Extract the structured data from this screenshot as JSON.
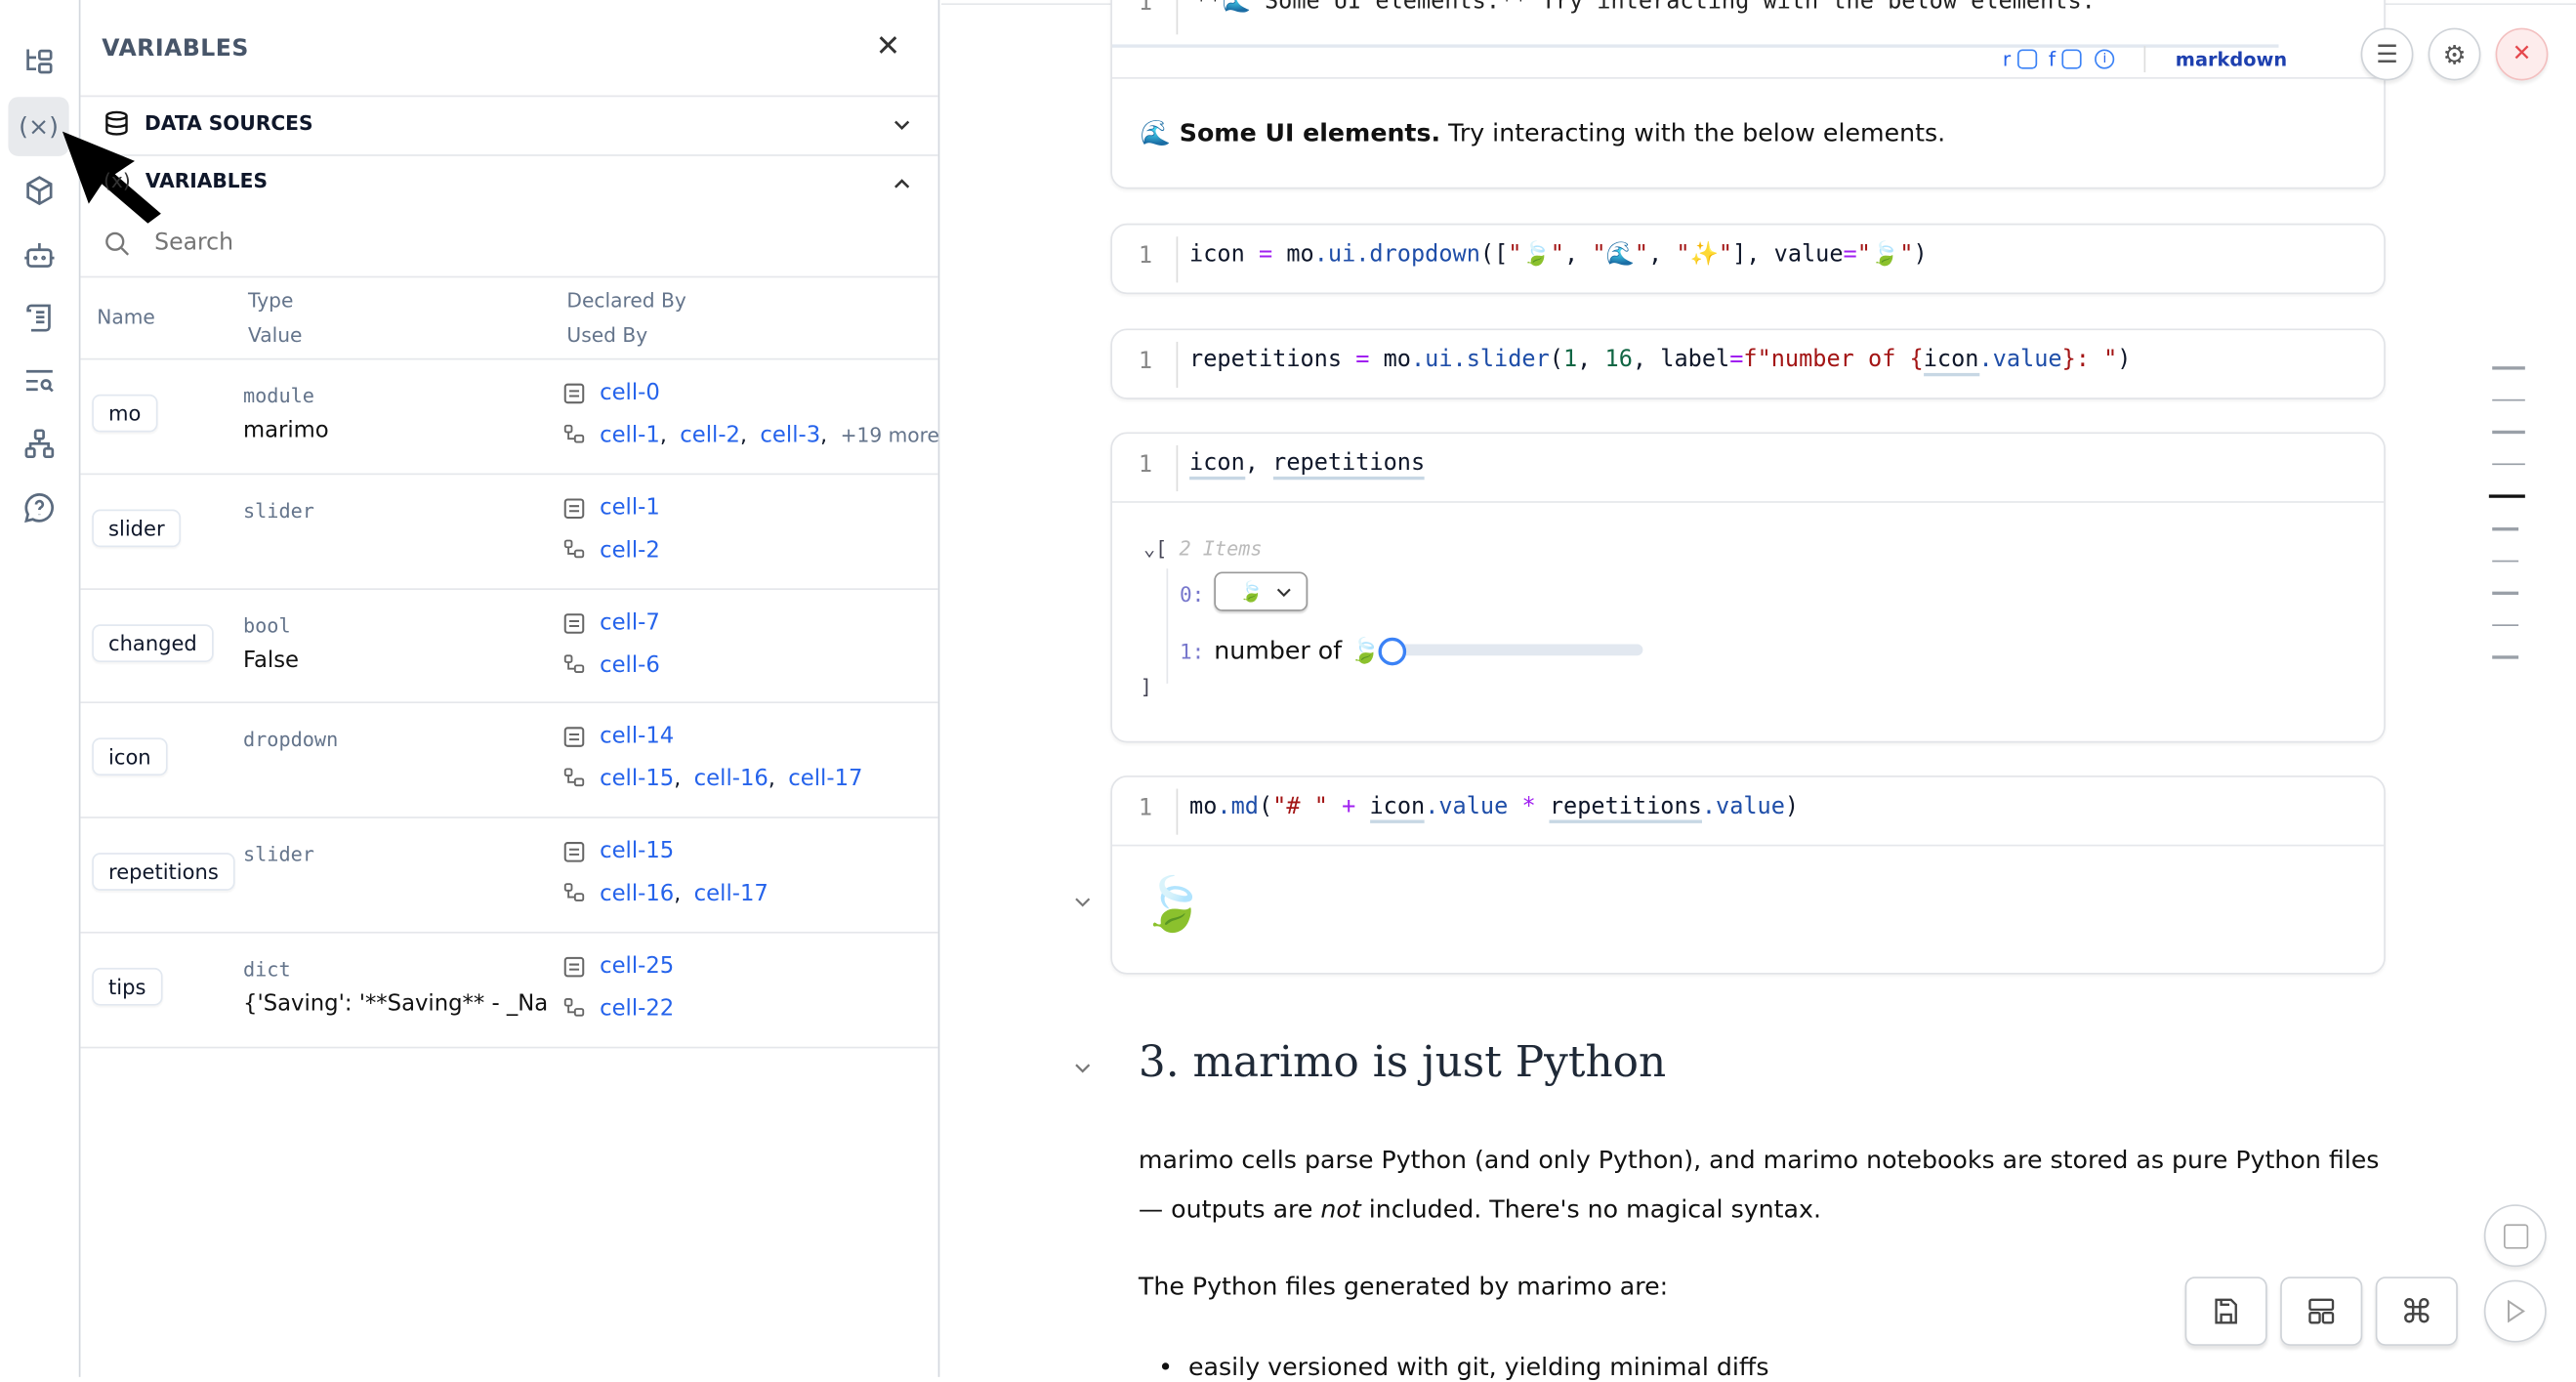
{
  "sidebar_rail": {
    "items": [
      {
        "icon": "file-tree-icon"
      },
      {
        "icon": "variable-icon",
        "active": true
      },
      {
        "icon": "package-icon"
      },
      {
        "icon": "bot-icon"
      },
      {
        "icon": "scroll-icon"
      },
      {
        "icon": "list-search-icon"
      },
      {
        "icon": "dependency-graph-icon"
      },
      {
        "icon": "help-chat-icon"
      }
    ]
  },
  "panel": {
    "title": "VARIABLES",
    "data_sources_label": "DATA SOURCES",
    "variables_label": "VARIABLES",
    "search_placeholder": "Search",
    "headers": {
      "name": "Name",
      "type": "Type",
      "value": "Value",
      "declared_by": "Declared By",
      "used_by": "Used By"
    },
    "rows": [
      {
        "name": "mo",
        "type": "module",
        "value": "marimo",
        "declared_by": [
          "cell-0"
        ],
        "used_by": [
          "cell-1",
          "cell-2",
          "cell-3"
        ],
        "more": "+19 more"
      },
      {
        "name": "slider",
        "type": "slider",
        "value": "",
        "declared_by": [
          "cell-1"
        ],
        "used_by": [
          "cell-2"
        ]
      },
      {
        "name": "changed",
        "type": "bool",
        "value": "False",
        "declared_by": [
          "cell-7"
        ],
        "used_by": [
          "cell-6"
        ]
      },
      {
        "name": "icon",
        "type": "dropdown",
        "value": "",
        "declared_by": [
          "cell-14"
        ],
        "used_by": [
          "cell-15",
          "cell-16",
          "cell-17"
        ]
      },
      {
        "name": "repetitions",
        "type": "slider",
        "value": "",
        "declared_by": [
          "cell-15"
        ],
        "used_by": [
          "cell-16",
          "cell-17"
        ]
      },
      {
        "name": "tips",
        "type": "dict",
        "value": "{'Saving': '**Saving** - _Na...",
        "declared_by": [
          "cell-25"
        ],
        "used_by": [
          "cell-22"
        ]
      }
    ]
  },
  "notebook": {
    "top_cell": {
      "line": "1",
      "code": "**🌊 Some UI elements.** Try interacting with the below elements.",
      "toolbar": {
        "r": "r",
        "f": "f",
        "language": "markdown"
      },
      "output_bold": "🌊 Some UI elements.",
      "output_rest": " Try interacting with the below elements."
    },
    "cells": {
      "dropdown": {
        "line": "1",
        "p1": "icon",
        "p2": " = ",
        "p3": "mo",
        "p4": ".ui.dropdown",
        "p5": "([",
        "s1": "\"🍃\"",
        "c1": ", ",
        "s2": "\"🌊\"",
        "c2": ", ",
        "s3": "\"✨\"",
        "p6": "], value",
        "p7": "=",
        "s4": "\"🍃\"",
        "p8": ")"
      },
      "slider": {
        "line": "1",
        "p1": "repetitions",
        "p2": " = ",
        "p3": "mo",
        "p4": ".ui.slider",
        "p5": "(",
        "n1": "1",
        "c1": ", ",
        "n2": "16",
        "c2": ", label",
        "p6": "=",
        "s1": "f\"number of {",
        "v1": "icon",
        "v2": ".value",
        "s2": "}: \"",
        "p7": ")"
      },
      "tuple": {
        "line": "1",
        "a": "icon",
        "comma": ", ",
        "b": "repetitions",
        "output": {
          "open": "[",
          "count": "2 Items",
          "idx0": "0:",
          "dropdown_value": "🍃",
          "idx1": "1:",
          "slider_label": "number of 🍃:",
          "slider_value": 1,
          "slider_min": 1,
          "slider_max": 16,
          "close": "]"
        }
      },
      "md": {
        "line": "1",
        "p1": "mo",
        "p2": ".md",
        "p3": "(",
        "s1": "\"# \"",
        "op1": " + ",
        "v1": "icon",
        "v1b": ".value",
        "op2": " * ",
        "v2": "repetitions",
        "v2b": ".value",
        "p4": ")",
        "output": "🍃"
      }
    },
    "section": {
      "heading": "3. marimo is just Python",
      "para1a": "marimo cells parse Python (and only Python), and marimo notebooks are stored as pure Python files",
      "para1b": "— outputs are ",
      "para1_em": "not",
      "para1c": " included. There's no magical syntax.",
      "para2": "The Python files generated by marimo are:",
      "bullet1": "easily versioned with git, yielding minimal diffs"
    }
  },
  "colors": {
    "accent": "#2563eb",
    "link": "#2563eb",
    "close_red": "#e5484d"
  }
}
